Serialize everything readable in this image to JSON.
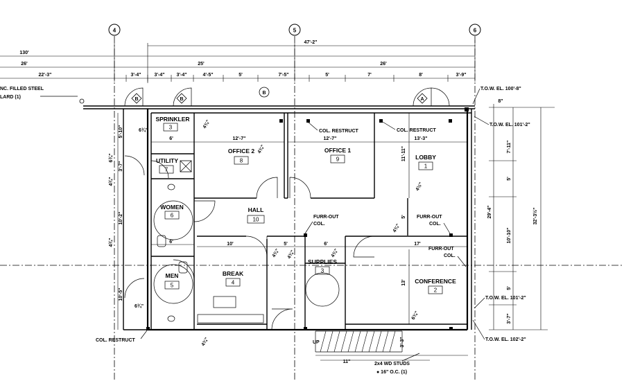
{
  "grid": {
    "g4": "4",
    "g5": "5",
    "g6": "6"
  },
  "dims_top": {
    "d130": "130'",
    "d472": "47'-2\"",
    "d26a": "26'",
    "d25": "25'",
    "d26b": "26'",
    "d223": "22'-3\"",
    "row4": [
      "3'-4\"",
      "3'-4\"",
      "3'-4\"",
      "4'-5\"",
      "5'",
      "7'-5\"",
      "5'",
      "7'",
      "8'",
      "3'-9\""
    ]
  },
  "notes": {
    "filled_steel_1": "NC. FILLED STEEL",
    "filled_steel_2": "LARD (1)",
    "tow_1005": "T.O.W. EL. 100'-8\"",
    "tow_1012a": "T.O.W. EL. 101'-2\"",
    "tow_1012b": "T.O.W. EL. 101'-2\"",
    "tow_1022": "T.O.W. EL. 102'-2\"",
    "col_restruct_1": "COL. RESTRUCT",
    "col_restruct_2": "COL. RESTRUCT",
    "col_restruct_3": "COL. RESTRUCT",
    "furr_out_1a": "FURR-OUT",
    "furr_out_1b": "COL.",
    "furr_out_2a": "FURR-OUT",
    "furr_out_2b": "COL.",
    "furr_out_3a": "FURR-OUT",
    "furr_out_3b": "COL.",
    "studs_1": "2x4 WD STUDS",
    "studs_2": "● 16\" O.C. (1)",
    "up": "UP"
  },
  "markers": {
    "b1": "B",
    "b2": "B",
    "a1": "A",
    "b3": "B"
  },
  "rooms": [
    {
      "name": "SPRINKLER",
      "num": "3"
    },
    {
      "name": "UTILITY",
      "num": "7"
    },
    {
      "name": "WOMEN",
      "num": "6"
    },
    {
      "name": "MEN",
      "num": "5"
    },
    {
      "name": "OFFICE 2",
      "num": "8"
    },
    {
      "name": "OFFICE 1",
      "num": "9"
    },
    {
      "name": "LOBBY",
      "num": "1"
    },
    {
      "name": "HALL",
      "num": "10"
    },
    {
      "name": "BREAK",
      "num": "4"
    },
    {
      "name": "SUPPLIES",
      "num": "3"
    },
    {
      "name": "CONFERENCE",
      "num": "2"
    }
  ],
  "interior_dims": {
    "d6a": "6'",
    "d127a": "12'-7\"",
    "d127b": "12'-7\"",
    "d133": "13'-3\"",
    "d6b": "6'",
    "d10": "10'",
    "d5a": "5'",
    "d6c": "6'",
    "d17": "17'",
    "d11": "11\"",
    "d1111": "11'-11\"",
    "d13": "13'",
    "d5b": "5'",
    "d3_3": "3'-3\"",
    "w634a": "6¾\"",
    "w434a": "4¾\"",
    "w434b": "4¾\"",
    "w434c": "4¾\"",
    "w434d": "4¾\"",
    "w414": "4½\"",
    "w434e": "4¾\"",
    "w434f": "4¾\"",
    "w634b": "6¾\"",
    "w634c": "6¾\""
  },
  "left_dims": {
    "l510": "5'-10\"",
    "l37": "3'-7\"",
    "l102a": "10'-2\"",
    "l105": "10'-5\"",
    "w634": "6¾\"",
    "w434": "4¾\"",
    "w434b": "4¾\""
  },
  "right_dims": {
    "r8": "8\"",
    "r711": "7'-11\"",
    "r5a": "5'",
    "r294": "29'-4\"",
    "r1010": "10'-10\"",
    "r5b": "5'",
    "r37": "3'-7\"",
    "r32": "32'-3½\""
  }
}
